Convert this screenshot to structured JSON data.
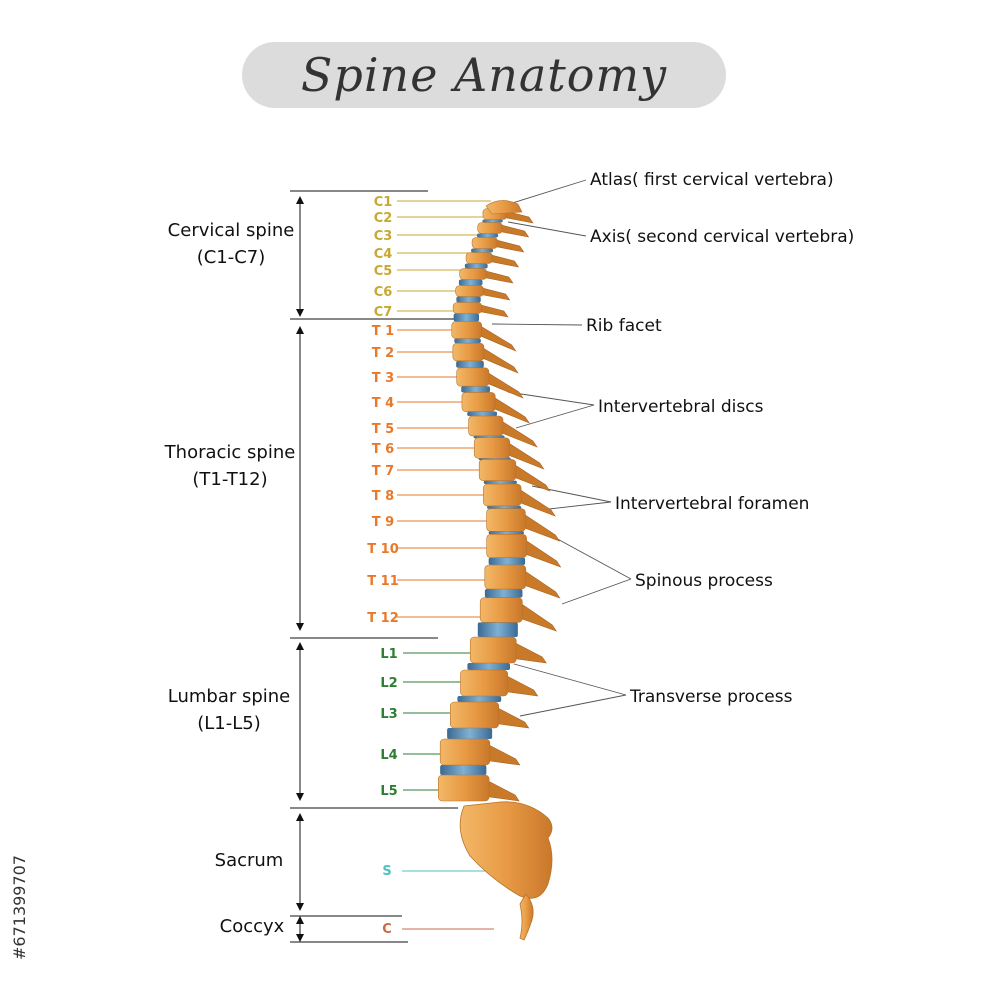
{
  "title": "Spine Anatomy",
  "watermark": "#671399707",
  "colors": {
    "cervical": "#c8a832",
    "thoracic": "#e8792a",
    "lumbar": "#2e7d32",
    "sacrum": "#52c0c0",
    "coccyx": "#c86a4a",
    "bone": "#e8a04a",
    "bone_dark": "#c97a28",
    "disc": "#4a7fa8",
    "line": "#111111"
  },
  "regions": [
    {
      "name": "Cervical spine",
      "range": "(C1-C7)"
    },
    {
      "name": "Thoracic spine",
      "range": "(T1-T12)"
    },
    {
      "name": "Lumbar spine",
      "range": "(L1-L5)"
    },
    {
      "name": "Sacrum",
      "range": ""
    },
    {
      "name": "Coccyx",
      "range": ""
    }
  ],
  "vertebrae": {
    "cervical": [
      "C1",
      "C2",
      "C3",
      "C4",
      "C5",
      "C6",
      "C7"
    ],
    "thoracic": [
      "T 1",
      "T 2",
      "T 3",
      "T 4",
      "T 5",
      "T 6",
      "T 7",
      "T 8",
      "T 9",
      "T 10",
      "T 11",
      "T 12"
    ],
    "lumbar": [
      "L1",
      "L2",
      "L3",
      "L4",
      "L5"
    ],
    "sacrum": [
      "S"
    ],
    "coccyx": [
      "C"
    ]
  },
  "annotations": [
    "Atlas( first cervical vertebra)",
    "Axis( second cervical vertebra)",
    "Rib facet",
    "Intervertebral discs",
    "Intervertebral foramen",
    "Spinous process",
    "Transverse process"
  ]
}
